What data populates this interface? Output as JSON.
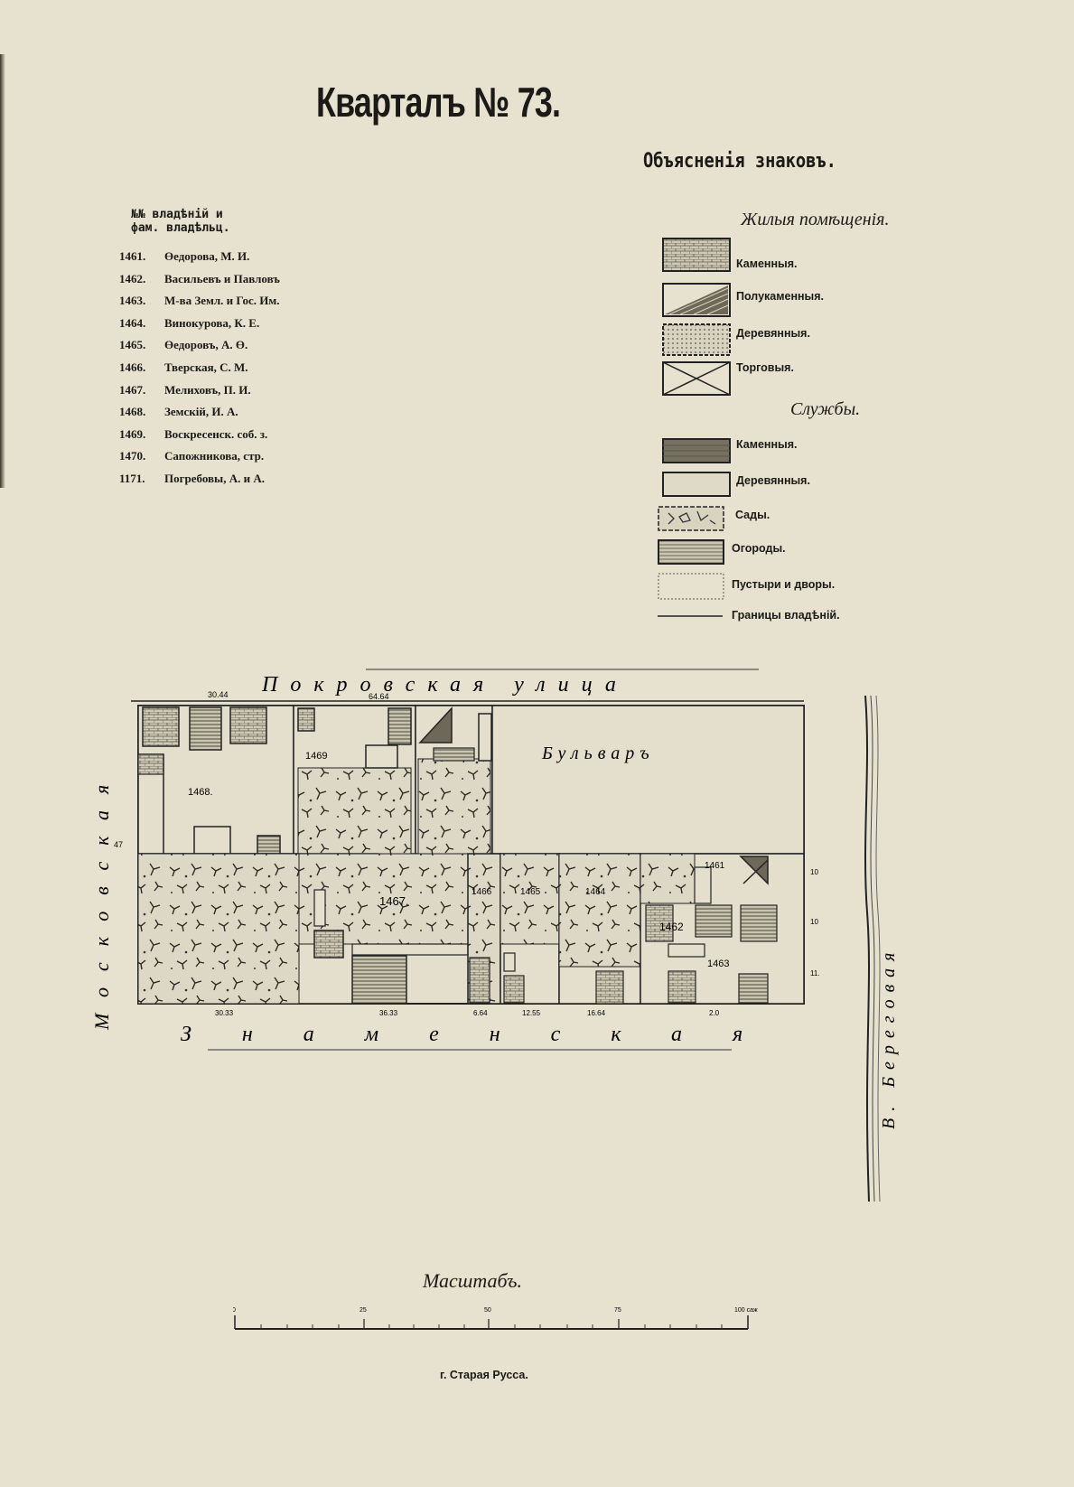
{
  "title": "Кварталъ № 73.",
  "legend": {
    "title": "Объясненія знаковъ.",
    "section_living": "Жилыя помѣщенія.",
    "living": [
      {
        "label": "Каменныя."
      },
      {
        "label": "Полукаменныя."
      },
      {
        "label": "Деревянныя."
      },
      {
        "label": "Торговыя."
      }
    ],
    "section_services": "Службы.",
    "services": [
      {
        "label": "Каменныя."
      },
      {
        "label": "Деревянныя."
      },
      {
        "label": "Сады."
      },
      {
        "label": "Огороды."
      },
      {
        "label": "Пустыри и дворы."
      },
      {
        "label": "Границы владѣній."
      }
    ]
  },
  "owners": {
    "header_line1": "№№ владѣній и",
    "header_line2": "фам. владѣльц.",
    "items": [
      {
        "num": "1461.",
        "name": "Өедорова, М. И."
      },
      {
        "num": "1462.",
        "name": "Васильевъ и Павловъ"
      },
      {
        "num": "1463.",
        "name": "М-ва Земл. и Гос. Им."
      },
      {
        "num": "1464.",
        "name": "Винокурова, К. Е."
      },
      {
        "num": "1465.",
        "name": "Өедоровъ, А. Ө."
      },
      {
        "num": "1466.",
        "name": "Тверская, С. М."
      },
      {
        "num": "1467.",
        "name": "Мелиховъ, П. И."
      },
      {
        "num": "1468.",
        "name": "Земскій, И. А."
      },
      {
        "num": "1469.",
        "name": "Воскресенск. соб. з."
      },
      {
        "num": "1470.",
        "name": "Сапожникова, стр."
      },
      {
        "num": "1171.",
        "name": "Погребовы, А. и А."
      }
    ]
  },
  "map": {
    "street_top": "Покровская улица",
    "street_bottom": "Знаменская",
    "street_left": "Московская",
    "embankment_right": "В. Береговая",
    "boulevard": "Бульваръ",
    "parcels": [
      {
        "id": "1468.",
        "type": "yard"
      },
      {
        "id": "1469",
        "type": "garden"
      },
      {
        "id": "1467.",
        "type": "garden"
      },
      {
        "id": "1466",
        "type": "garden"
      },
      {
        "id": "1465",
        "type": "garden"
      },
      {
        "id": "1464",
        "type": "garden"
      },
      {
        "id": "1461",
        "type": "garden"
      },
      {
        "id": "1462",
        "type": "yard"
      },
      {
        "id": "1463",
        "type": "yard"
      }
    ],
    "dimensions_top": [
      "30.44",
      "64.64"
    ],
    "dimensions_bottom": [
      "30.33",
      "36.33",
      "6.64",
      "12.55",
      "16.64",
      "2.0"
    ],
    "dimensions_right": [
      "10",
      "10",
      "11."
    ],
    "dimensions_left": [
      "47"
    ]
  },
  "scale": {
    "title": "Масштабъ.",
    "ticks": [
      "0",
      "25",
      "50",
      "75",
      "100 саж"
    ]
  },
  "city": "г. Старая Русса."
}
